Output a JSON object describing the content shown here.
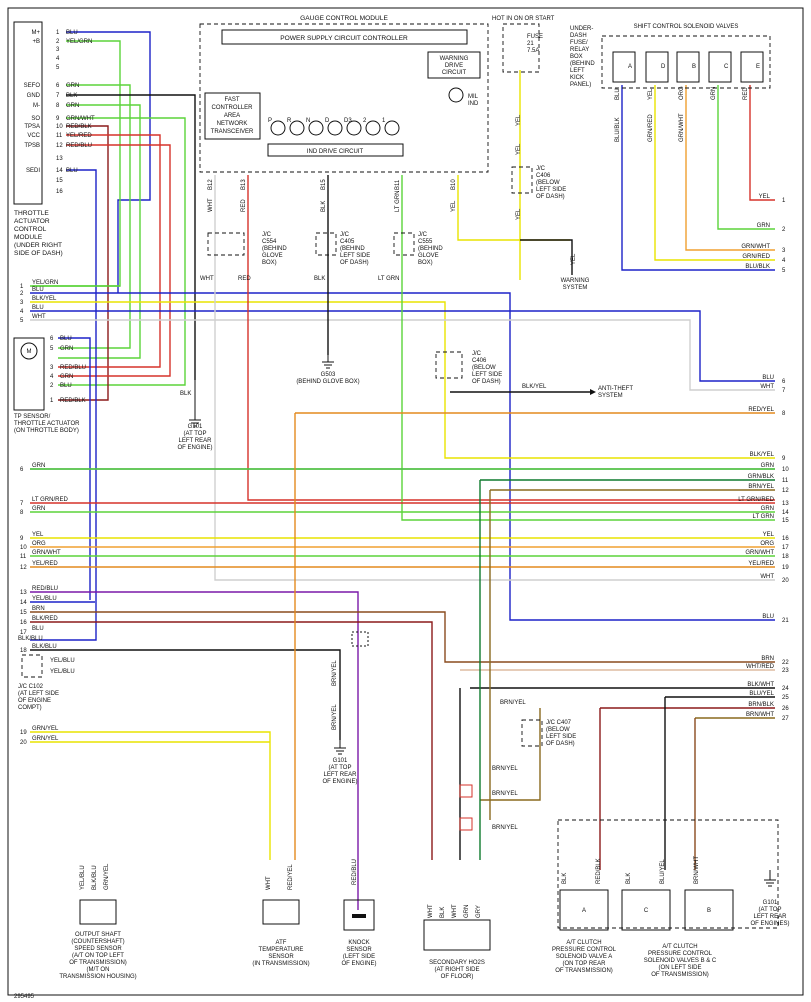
{
  "colors": {
    "blu": "#1d22c8",
    "yel": "#e9e300",
    "grn": "#5bd43a",
    "red": "#d6322a",
    "blk": "#111111",
    "wht": "#cfcfcf",
    "org": "#f0a030",
    "brn": "#8a4b1e",
    "dkgrn": "#0f7a2e",
    "purple": "#7a19a8",
    "darkred": "#8b1a1a"
  },
  "diagram_id": "295495",
  "tcm": {
    "label": "THROTTLE ACTUATOR CONTROL MODULE (UNDER RIGHT SIDE OF DASH)",
    "pins": [
      {
        "name": "M+",
        "num": "1",
        "wire": "BLU"
      },
      {
        "name": "+B",
        "num": "2",
        "wire": "YEL/GRN"
      },
      {
        "name": "",
        "num": "3",
        "wire": ""
      },
      {
        "name": "",
        "num": "4",
        "wire": ""
      },
      {
        "name": "",
        "num": "5",
        "wire": ""
      },
      {
        "name": "SEFO",
        "num": "6",
        "wire": "GRN"
      },
      {
        "name": "GND",
        "num": "7",
        "wire": "BLK"
      },
      {
        "name": "M-",
        "num": "8",
        "wire": "GRN"
      },
      {
        "name": "SO",
        "num": "9",
        "wire": "GRN/WHT"
      },
      {
        "name": "TPSA",
        "num": "10",
        "wire": "RED/BLK"
      },
      {
        "name": "VCC",
        "num": "11",
        "wire": "YEL/RED"
      },
      {
        "name": "TPSB",
        "num": "12",
        "wire": "RED/BLU"
      },
      {
        "name": "",
        "num": "13",
        "wire": ""
      },
      {
        "name": "SEDI",
        "num": "14",
        "wire": "BLU"
      },
      {
        "name": "",
        "num": "15",
        "wire": ""
      },
      {
        "name": "",
        "num": "16",
        "wire": ""
      }
    ]
  },
  "gauge": {
    "title": "GAUGE CONTROL MODULE",
    "power_supply": "POWER SUPPLY CIRCUIT CONTROLLER",
    "can": "FAST CONTROLLER AREA NETWORK TRANSCEIVER",
    "warning_drive": "WARNING DRIVE CIRCUIT",
    "mil": "MIL IND",
    "ind_drive": "IND DRIVE CIRCUIT",
    "leds": [
      "P",
      "R",
      "N",
      "D",
      "D3",
      "2",
      "1"
    ],
    "pins": [
      {
        "pin": "B12",
        "wire": "WHT"
      },
      {
        "pin": "B13",
        "wire": "RED"
      },
      {
        "pin": "B15",
        "wire": "BLK"
      },
      {
        "pin": "B11",
        "wire": "LT GRN"
      },
      {
        "pin": "B10",
        "wire": "YEL"
      }
    ]
  },
  "fuse": {
    "header": "HOT IN ON OR START",
    "label": "FUSE 21 7.5A",
    "box": "UNDER-DASH FUSE/ RELAY BOX (BEHIND LEFT KICK PANEL)"
  },
  "jc": {
    "c554": "J/C C554 (BEHIND GLOVE BOX)",
    "c405": "J/C C405 (BEHIND LEFT SIDE OF DASH)",
    "c555": "J/C C555 (BEHIND GLOVE BOX)",
    "c406a": "J/C C406 (BELOW LEFT SIDE OF DASH)",
    "c406b": "J/C C406 (BELOW LEFT SIDE OF DASH)",
    "c102": "J/C C102 (AT LEFT SIDE OF ENGINE COMPT)",
    "c407": "J/C C407 (BELOW LEFT SIDE OF DASH)"
  },
  "grounds": {
    "g503": "G503 (BEHIND GLOVE BOX)",
    "g101a": "G101 (AT TOP LEFT REAR OF ENGINE)",
    "g101b": "G101 (AT TOP LEFT REAR OF ENGINE)",
    "g101c": "G101 (AT TOP LEFT REAR OF ENGINES)"
  },
  "shift_valves": {
    "title": "SHIFT CONTROL SOLENOID VALVES",
    "valves": [
      "A",
      "D",
      "B",
      "C",
      "E"
    ],
    "wires": [
      "BLU",
      "YEL",
      "ORG",
      "GRN",
      "RED"
    ],
    "lower_wires": [
      "BLU/BLK",
      "GRN/RED",
      "GRN/WHT"
    ],
    "right": [
      {
        "wire": "YEL",
        "num": "1"
      },
      {
        "wire": "GRN",
        "num": "2"
      },
      {
        "wire": "GRN/WHT",
        "num": "3"
      },
      {
        "wire": "GRN/RED",
        "num": "4"
      },
      {
        "wire": "BLU/BLK",
        "num": "5"
      }
    ]
  },
  "warning_system": "WARNING SYSTEM",
  "anti_theft": "ANTI-THEFT SYSTEM",
  "tp_sensor": "TP SENSOR/ THROTTLE ACTUATOR (ON THROTTLE BODY)",
  "tp_pins": [
    {
      "num": "6",
      "wire": "BLU"
    },
    {
      "num": "5",
      "wire": "GRN"
    },
    {
      "num": "3",
      "wire": "RED/BLU"
    },
    {
      "num": "4",
      "wire": "GRN"
    },
    {
      "num": "2",
      "wire": "BLU"
    },
    {
      "num": "1",
      "wire": "RED/BLK"
    }
  ],
  "left_bus": [
    {
      "num": "1",
      "wire": "YEL/GRN"
    },
    {
      "num": "2",
      "wire": "BLU"
    },
    {
      "num": "3",
      "wire": "BLK/YEL"
    },
    {
      "num": "4",
      "wire": "BLU"
    },
    {
      "num": "5",
      "wire": "WHT"
    }
  ],
  "right_bus": [
    {
      "num": "6",
      "wire": "BLU"
    },
    {
      "num": "7",
      "wire": "WHT"
    },
    {
      "num": "8",
      "wire": "RED/YEL"
    },
    {
      "num": "9",
      "wire": "BLK/YEL"
    },
    {
      "num": "10",
      "wire": "GRN"
    },
    {
      "num": "11",
      "wire": "GRN/BLK"
    },
    {
      "num": "12",
      "wire": "BRN/YEL"
    },
    {
      "num": "13",
      "wire": "LT GRN/RED"
    },
    {
      "num": "14",
      "wire": "GRN"
    },
    {
      "num": "15",
      "wire": "LT GRN"
    },
    {
      "num": "16",
      "wire": "YEL"
    },
    {
      "num": "17",
      "wire": "ORG"
    },
    {
      "num": "18",
      "wire": "GRN/WHT"
    },
    {
      "num": "19",
      "wire": "YEL/RED"
    },
    {
      "num": "20",
      "wire": "WHT"
    },
    {
      "num": "21",
      "wire": "BLU"
    },
    {
      "num": "22",
      "wire": "BRN"
    },
    {
      "num": "23",
      "wire": "WHT/RED"
    },
    {
      "num": "24",
      "wire": "BLK/WHT"
    },
    {
      "num": "25",
      "wire": "BLU/YEL"
    },
    {
      "num": "26",
      "wire": "BRN/BLK"
    },
    {
      "num": "27",
      "wire": "BRN/WHT"
    }
  ],
  "mid_left": [
    {
      "num": "6",
      "wire": "GRN"
    },
    {
      "num": "7",
      "wire": "LT GRN/RED"
    },
    {
      "num": "8",
      "wire": "GRN"
    },
    {
      "num": "9",
      "wire": "YEL"
    },
    {
      "num": "10",
      "wire": "ORG"
    },
    {
      "num": "11",
      "wire": "GRN/WHT"
    },
    {
      "num": "12",
      "wire": "YEL/RED"
    }
  ],
  "low_left": [
    {
      "num": "13",
      "wire": "RED/BLU"
    },
    {
      "num": "14",
      "wire": "YEL/BLU"
    },
    {
      "num": "15",
      "wire": "BRN"
    },
    {
      "num": "16",
      "wire": "BLK/RED"
    },
    {
      "num": "17",
      "wire": "BLU"
    },
    {
      "num": "18",
      "wire": "BLK/BLU"
    }
  ],
  "c102_wires": [
    "YEL/BLU",
    "YEL/BLU"
  ],
  "bottom_left": [
    {
      "num": "19",
      "wire": "GRN/YEL"
    },
    {
      "num": "20",
      "wire": "GRN/YEL"
    }
  ],
  "components": {
    "speed_sensor": "OUTPUT SHAFT (COUNTERSHAFT) SPEED SENSOR (AT/ON TOP LEFT OF TRANSMISSION) (M/T ON TRANSMISSION HOUSING)",
    "atf_sensor": "ATF TEMPERATURE SENSOR (IN TRANSMISSION)",
    "knock_sensor": "KNOCK SENSOR (LEFT SIDE OF ENGINE)",
    "secondary_ho2s": "SECONDARY HO2S (AT RIGHT SIDE OF FLOOR)",
    "valve_a": "A/T CLUTCH PRESSURE CONTROL SOLENOID VALVE A (ON TOP REAR OF TRANSMISSION)",
    "valve_bc": "A/T CLUTCH PRESSURE CONTROL SOLENOID VALVES B & C (ON LEFT SIDE OF TRANSMISSION)"
  },
  "misc_labels": {
    "blk": "BLK",
    "wht": "WHT",
    "red": "RED",
    "ltgrn": "LT GRN",
    "yel": "YEL",
    "brnyel": "BRN/YEL",
    "blkyel": "BLK/YEL",
    "ant_blkyel": "BLK/YEL",
    "grnyel": "GRN/YEL",
    "redyel": "RED/YEL",
    "redblu": "RED/BLU",
    "blkred": "BLK/RED",
    "blkwht": "BLK/WHT",
    "whtred": "WHT/RED",
    "grnblk": "GRN/BLK",
    "whtl": "WHT",
    "blkl": "BLK",
    "grn": "GRN",
    "blkblu": "BLK/BLU",
    "ho2s_pins": [
      "WHT",
      "BLK",
      "WHT",
      "GRN",
      "GRY"
    ],
    "valve_a_pins": [
      "BLK",
      "RED/BLK"
    ],
    "valve_bc_pins": [
      "BLK",
      "BLU/YEL",
      "BRN/WHT"
    ],
    "speed_pins": [
      "YEL/BLU",
      "BLK/BLU",
      "GRN/YEL"
    ],
    "atf_pins": [
      "WHT",
      "RED/YEL"
    ]
  }
}
